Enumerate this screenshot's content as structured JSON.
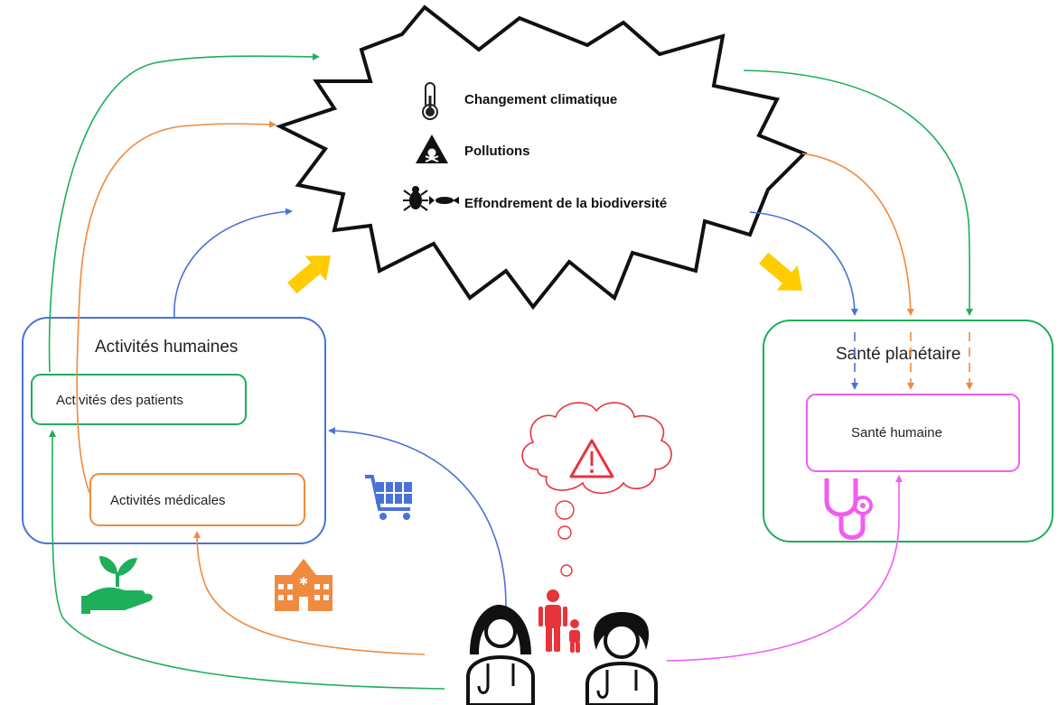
{
  "burst": {
    "items": [
      {
        "label": "Changement climatique",
        "icon": "thermometer-icon"
      },
      {
        "label": "Pollutions",
        "icon": "toxic-warning-icon"
      },
      {
        "label": "Effondrement de la biodiversité",
        "icon": "bug-and-fish-icon"
      }
    ]
  },
  "human_activities": {
    "title": "Activités humaines",
    "patients": "Activités des patients",
    "medical": "Activités médicales"
  },
  "planetary_health": {
    "title": "Santé planétaire",
    "human_health": "Santé humaine"
  },
  "colors": {
    "green": "#1fae5a",
    "orange": "#f08a3e",
    "blue": "#4a72d6",
    "pink": "#f25cf2",
    "yellow": "#ffcc00",
    "red": "#e8333b",
    "gray_fill": "#f4f4f4"
  },
  "icons": {
    "plant": "plant-in-hand-icon",
    "hospital": "hospital-icon",
    "cart": "shopping-cart-icon",
    "stethoscope": "stethoscope-icon",
    "thought": "warning-thought-cloud-icon",
    "family": "parent-child-icon",
    "doctors": "doctors-icon"
  }
}
